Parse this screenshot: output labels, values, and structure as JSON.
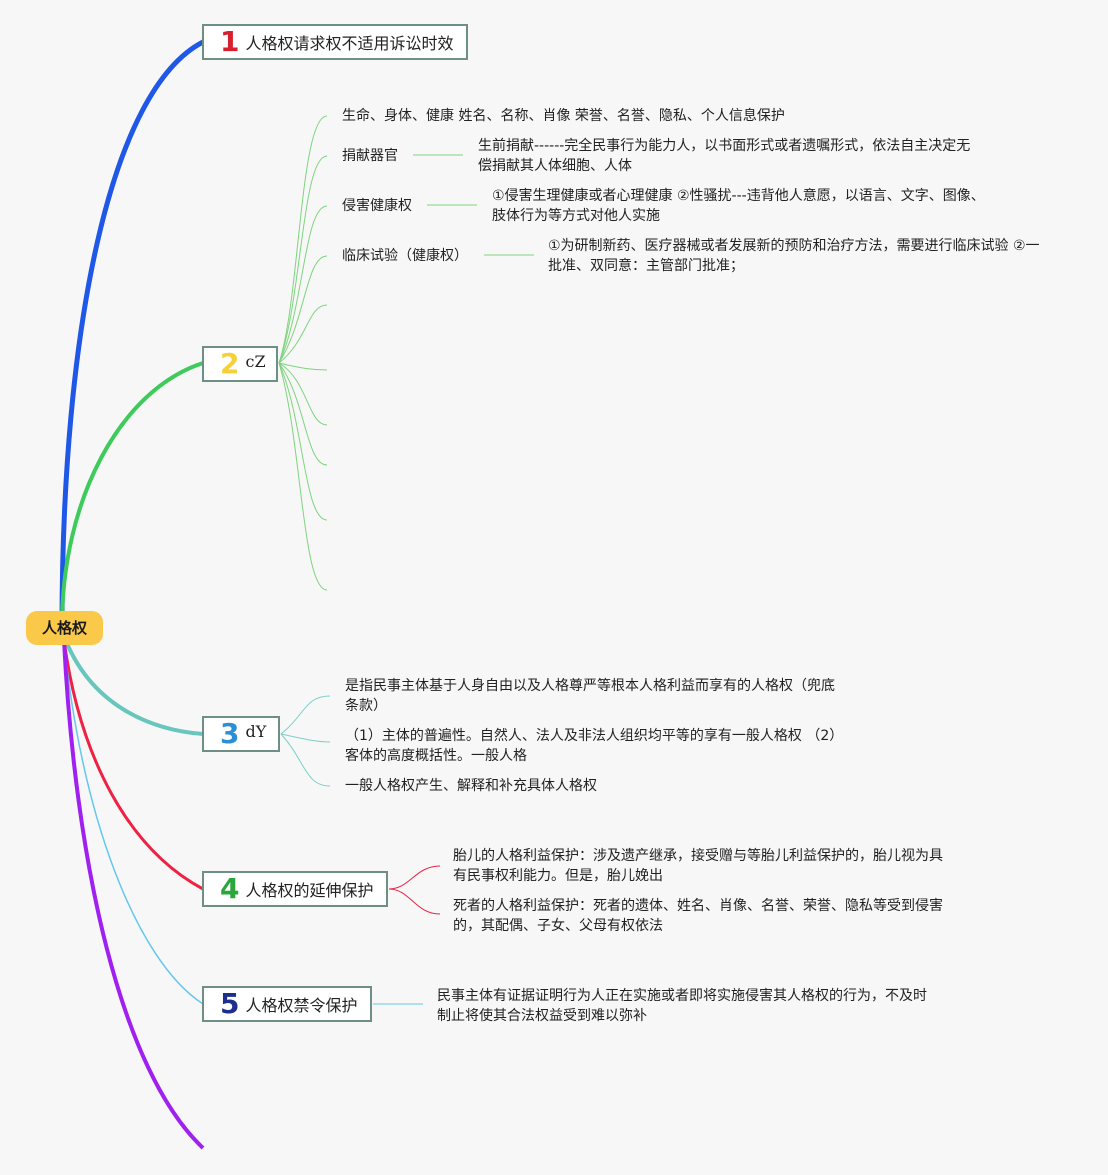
{
  "root": {
    "label": "人格权"
  },
  "branches": [
    {
      "number": "1",
      "label": "人格权请求权不适用诉讼时效",
      "color": "#1f57e6",
      "num_color": "#d6202f"
    },
    {
      "number": "2",
      "label": "cZ",
      "color": "#3ecb5b",
      "num_color": "#f5d03a"
    },
    {
      "number": "3",
      "label": "dY",
      "color": "#68c6bd",
      "num_color": "#2a8fd6"
    },
    {
      "number": "4",
      "label": "人格权的延伸保护",
      "color": "#ee2244",
      "num_color": "#2aa63a"
    },
    {
      "number": "5",
      "label": "人格权禁令保护",
      "color": "#66c7ee",
      "num_color": "#1d2f8c"
    }
  ],
  "extra_branch_color": "#a020f0",
  "branch2": {
    "items": [
      {
        "label": "生命、身体、健康 姓名、名称、肖像 荣誉、名誉、隐私、个人信息保护"
      },
      {
        "label": "捐献器官",
        "detail": [
          "生前捐献------完全民事行为能力人，以书面形式或者遗嘱形式，依法自主决定无",
          "偿捐献其人体细胞、人体"
        ]
      },
      {
        "label": "侵害健康权",
        "detail": [
          "①侵害生理健康或者心理健康 ②性骚扰---违背他人意愿，以语言、文字、图像、",
          "肢体行为等方式对他人实施"
        ]
      },
      {
        "label": "临床试验（健康权）",
        "detail": [
          "①为研制新药、医疗器械或者发展新的预防和治疗方法，需要进行临床试验 ②一",
          "批准、双同意：主管部门批准；"
        ]
      }
    ]
  },
  "branch3": {
    "items": [
      [
        "是指民事主体基于人身自由以及人格尊严等根本人格利益而享有的人格权（兜底",
        "条款）"
      ],
      [
        "（1）主体的普遍性。自然人、法人及非法人组织均平等的享有一般人格权 （2）",
        "客体的高度概括性。一般人格"
      ],
      [
        "一般人格权产生、解释和补充具体人格权"
      ]
    ]
  },
  "branch4": {
    "items": [
      [
        "胎儿的人格利益保护：涉及遗产继承，接受赠与等胎儿利益保护的，胎儿视为具",
        "有民事权利能力。但是，胎儿娩出"
      ],
      [
        "死者的人格利益保护：死者的遗体、姓名、肖像、名誉、荣誉、隐私等受到侵害",
        "的，其配偶、子女、父母有权依法"
      ]
    ]
  },
  "branch5": {
    "items": [
      [
        "民事主体有证据证明行为人正在实施或者即将实施侵害其人格权的行为，不及时",
        "制止将使其合法权益受到难以弥补"
      ]
    ]
  }
}
